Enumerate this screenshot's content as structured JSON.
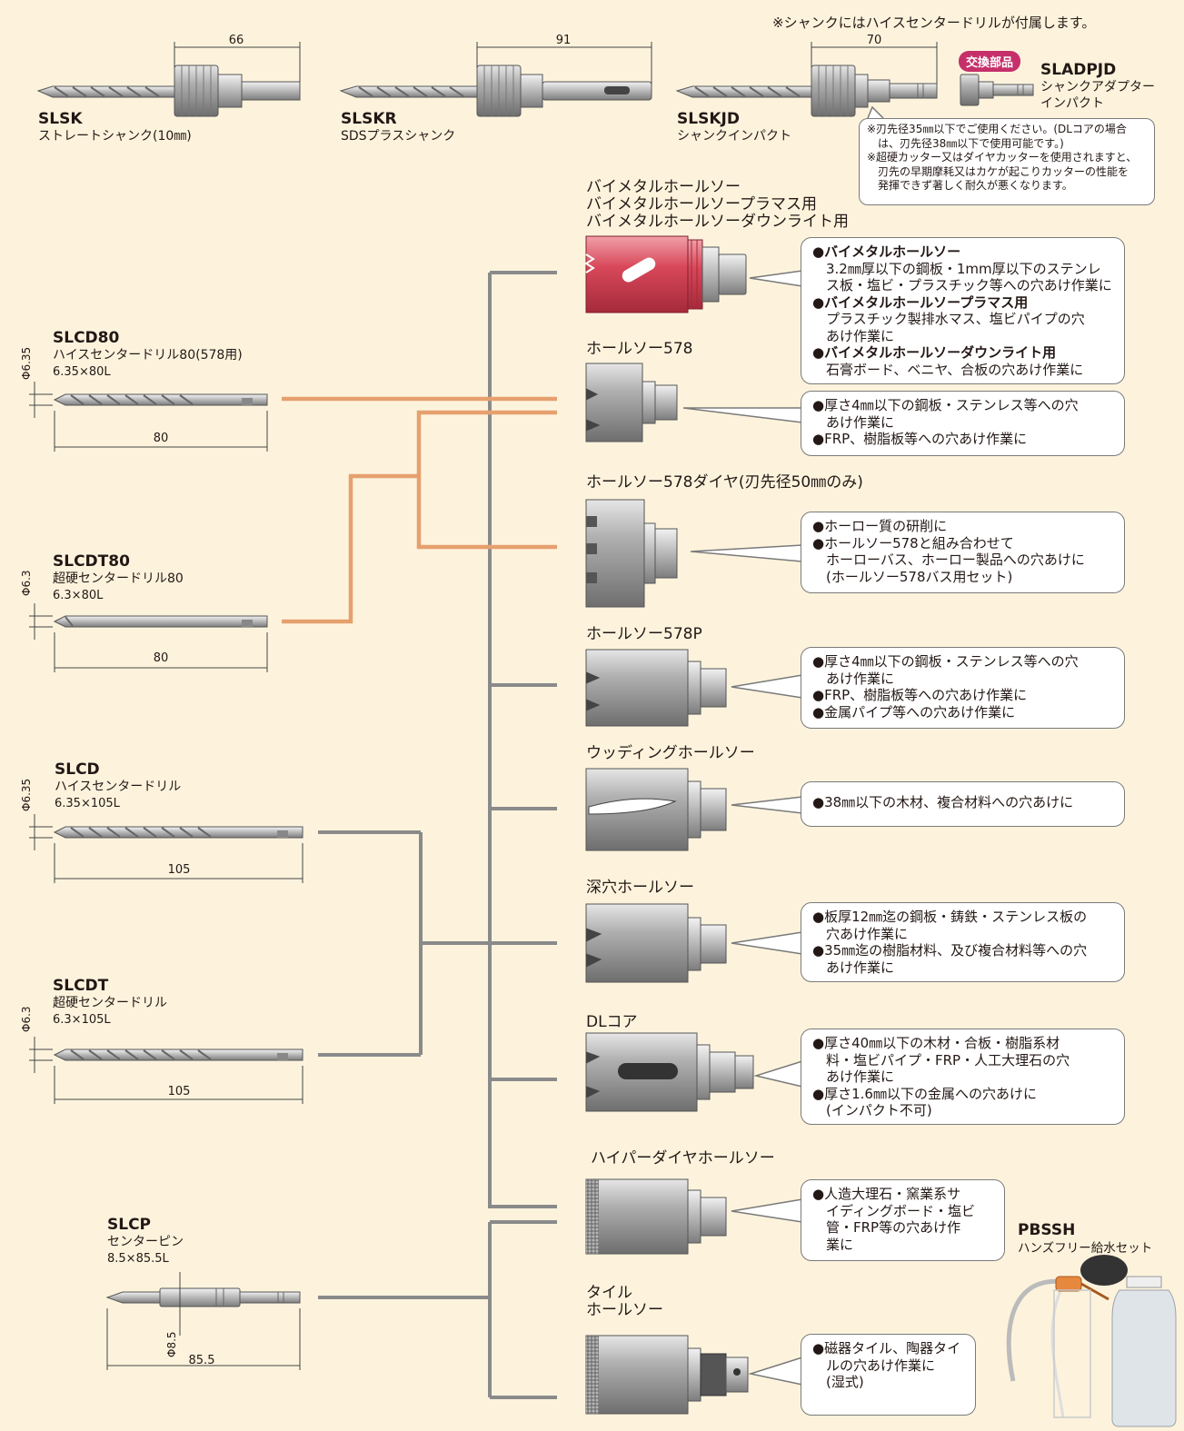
{
  "header_note": "※シャンクにはハイスセンタードリルが付属します。",
  "shanks": [
    {
      "code": "SLSK",
      "name": "ストレートシャンク(10㎜)",
      "dim": "66"
    },
    {
      "code": "SLSKR",
      "name": "SDSプラスシャンク",
      "dim": "91"
    },
    {
      "code": "SLSKJD",
      "name": "シャンクインパクト",
      "dim": "70"
    }
  ],
  "replacement": {
    "badge": "交換部品",
    "code": "SLADPJD",
    "name_line1": "シャンクアダプター",
    "name_line2": "インパクト"
  },
  "shank_note": {
    "lines": [
      "※刃先径35㎜以下でご使用ください。(DLコアの場合",
      "は、刃先径38㎜以下で使用可能です。)",
      "※超硬カッター又はダイヤカッターを使用されますと、",
      "刃先の早期摩耗又はカケが起こりカッターの性能を",
      "発揮できず著しく耐久が悪くなります。"
    ]
  },
  "drills": [
    {
      "code": "SLCD80",
      "name": "ハイスセンタードリル80(578用)",
      "spec": "6.35×80L",
      "phi": "Φ6.35",
      "len": "80"
    },
    {
      "code": "SLCDT80",
      "name": "超硬センタードリル80",
      "spec": "6.3×80L",
      "phi": "Φ6.3",
      "len": "80"
    },
    {
      "code": "SLCD",
      "name": "ハイスセンタードリル",
      "spec": "6.35×105L",
      "phi": "Φ6.35",
      "len": "105"
    },
    {
      "code": "SLCDT",
      "name": "超硬センタードリル",
      "spec": "6.3×105L",
      "phi": "Φ6.3",
      "len": "105"
    },
    {
      "code": "SLCP",
      "name": "センターピン",
      "spec": "8.5×85.5L",
      "phi": "Φ8.5",
      "len": "85.5"
    }
  ],
  "products": [
    {
      "title_lines": [
        "バイメタルホールソー",
        "バイメタルホールソープラマス用",
        "バイメタルホールソーダウンライト用"
      ],
      "callout": [
        {
          "t": "●バイメタルホールソー",
          "s": "bb"
        },
        {
          "t": "3.2㎜厚以下の鋼板・1mm厚以下のステンレ",
          "s": "ind"
        },
        {
          "t": "ス板・塩ビ・プラスチック等への穴あけ作業に",
          "s": "ind"
        },
        {
          "t": "●バイメタルホールソープラマス用",
          "s": "bb"
        },
        {
          "t": "プラスチック製排水マス、塩ビパイプの穴",
          "s": "ind"
        },
        {
          "t": "あけ作業に",
          "s": "ind"
        },
        {
          "t": "●バイメタルホールソーダウンライト用",
          "s": "bb"
        },
        {
          "t": "石膏ボード、ベニヤ、合板の穴あけ作業に",
          "s": "ind"
        }
      ]
    },
    {
      "title_lines": [
        "ホールソー578"
      ],
      "callout": [
        {
          "t": "●厚さ4㎜以下の鋼板・ステンレス等への穴",
          "s": "b"
        },
        {
          "t": "あけ作業に",
          "s": "ind"
        },
        {
          "t": "●FRP、樹脂板等への穴あけ作業に",
          "s": "b"
        }
      ]
    },
    {
      "title_lines": [
        "ホールソー578ダイヤ(刃先径50㎜のみ)"
      ],
      "callout": [
        {
          "t": "●ホーロー質の研削に",
          "s": "b"
        },
        {
          "t": "●ホールソー578と組み合わせて",
          "s": "b"
        },
        {
          "t": "ホーローバス、ホーロー製品への穴あけに",
          "s": "ind"
        },
        {
          "t": "(ホールソー578バス用セット)",
          "s": "ind"
        }
      ]
    },
    {
      "title_lines": [
        "ホールソー578P"
      ],
      "callout": [
        {
          "t": "●厚さ4㎜以下の鋼板・ステンレス等への穴",
          "s": "b"
        },
        {
          "t": "あけ作業に",
          "s": "ind"
        },
        {
          "t": "●FRP、樹脂板等への穴あけ作業に",
          "s": "b"
        },
        {
          "t": "●金属パイプ等への穴あけ作業に",
          "s": "b"
        }
      ]
    },
    {
      "title_lines": [
        "ウッディングホールソー"
      ],
      "callout": [
        {
          "t": "●38㎜以下の木材、複合材料への穴あけに",
          "s": "b"
        }
      ]
    },
    {
      "title_lines": [
        "深穴ホールソー"
      ],
      "callout": [
        {
          "t": "●板厚12㎜迄の鋼板・鋳鉄・ステンレス板の",
          "s": "b"
        },
        {
          "t": "穴あけ作業に",
          "s": "ind"
        },
        {
          "t": "●35㎜迄の樹脂材料、及び複合材料等への穴",
          "s": "b"
        },
        {
          "t": "あけ作業に",
          "s": "ind"
        }
      ]
    },
    {
      "title_lines": [
        "DLコア"
      ],
      "callout": [
        {
          "t": "●厚さ40㎜以下の木材・合板・樹脂系材",
          "s": "b"
        },
        {
          "t": "料・塩ビパイプ・FRP・人工大理石の穴",
          "s": "ind"
        },
        {
          "t": "あけ作業に",
          "s": "ind"
        },
        {
          "t": "●厚さ1.6㎜以下の金属への穴あけに",
          "s": "b"
        },
        {
          "t": "(インパクト不可)",
          "s": "ind"
        }
      ]
    },
    {
      "title_lines": [
        "ハイパーダイヤホールソー"
      ],
      "callout": [
        {
          "t": "●人造大理石・窯業系サ",
          "s": "b"
        },
        {
          "t": "イディングボード・塩ビ",
          "s": "ind"
        },
        {
          "t": "管・FRP等の穴あけ作",
          "s": "ind"
        },
        {
          "t": "業に",
          "s": "ind"
        }
      ]
    },
    {
      "title_lines": [
        "タイル",
        "ホールソー"
      ],
      "callout": [
        {
          "t": "●磁器タイル、陶器タイ",
          "s": "b"
        },
        {
          "t": "ルの穴あけ作業に",
          "s": "ind"
        },
        {
          "t": "(湿式)",
          "s": "ind"
        }
      ]
    }
  ],
  "pbssh": {
    "code": "PBSSH",
    "name": "ハンズフリー給水セット"
  },
  "colors": {
    "background": "#fdf3dd",
    "orange_line": "#e6a06e",
    "gray_line": "#8a8a8a",
    "badge": "#c6306a",
    "bimetal_red": "#d8485a"
  }
}
